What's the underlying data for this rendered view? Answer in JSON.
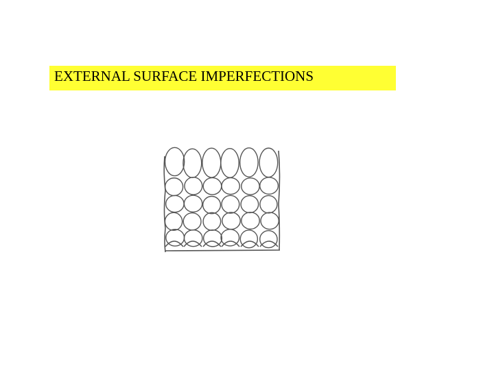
{
  "title": {
    "text": "EXTERNAL SURFACE IMPERFECTIONS",
    "highlight_color": "#ffff33"
  },
  "diagram": {
    "description_icon": "atom-lattice-sketch",
    "columns": 6,
    "rows": 6,
    "stroke_color": "#555555"
  }
}
